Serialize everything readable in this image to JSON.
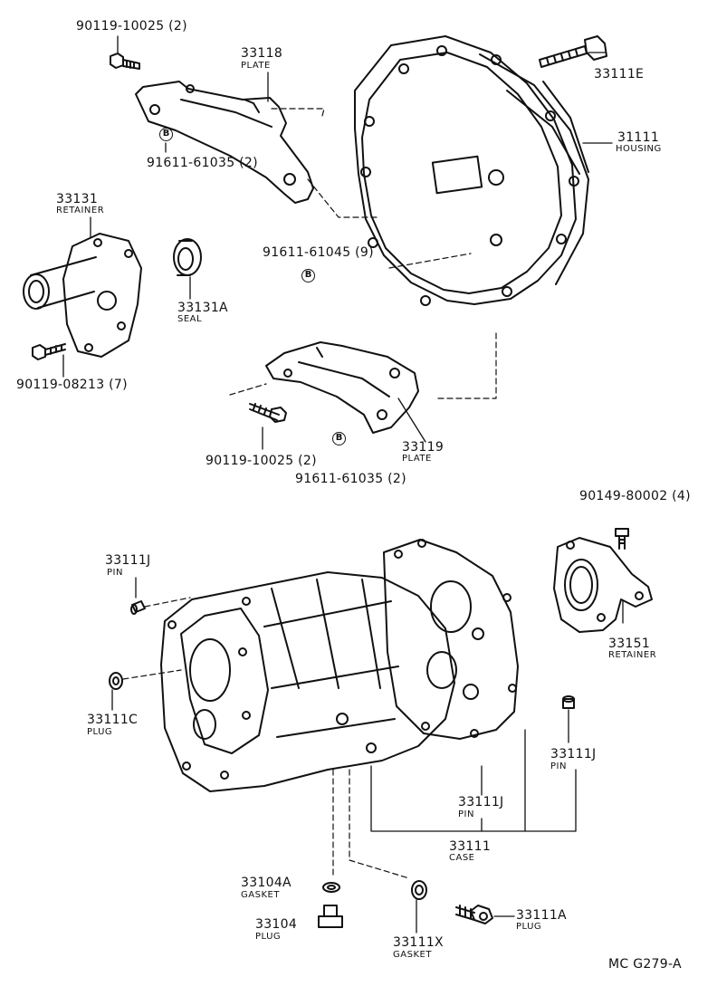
{
  "diagram": {
    "code": "MC G279-A",
    "badge_text": "B",
    "parts": {
      "bolt_9011910025_top": {
        "pn": "90119-10025 (2)"
      },
      "plate_33118": {
        "pn": "33118",
        "name": "PLATE"
      },
      "bolt_91611_61035_top": {
        "pn": "91611-61035 (2)"
      },
      "bolt_33111E": {
        "pn": "33111E"
      },
      "housing_31111": {
        "pn": "31111",
        "name": "HOUSING"
      },
      "retainer_33131": {
        "pn": "33131",
        "name": "RETAINER"
      },
      "seal_33131A": {
        "pn": "33131A",
        "name": "SEAL"
      },
      "bolt_91611_61045": {
        "pn": "91611-61045 (9)"
      },
      "bolt_90119_08213": {
        "pn": "90119-08213 (7)"
      },
      "plate_33119": {
        "pn": "33119",
        "name": "PLATE"
      },
      "bolt_9011910025_mid": {
        "pn": "90119-10025 (2)"
      },
      "bolt_91611_61035_mid": {
        "pn": "91611-61035 (2)"
      },
      "bolt_90149_80002": {
        "pn": "90149-80002 (4)"
      },
      "pin_33111J_left": {
        "pn": "33111J",
        "name": "PIN"
      },
      "plug_33111C": {
        "pn": "33111C",
        "name": "PLUG"
      },
      "retainer_33151": {
        "pn": "33151",
        "name": "RETAINER"
      },
      "pin_33111J_right": {
        "pn": "33111J",
        "name": "PIN"
      },
      "pin_33111J_center": {
        "pn": "33111J",
        "name": "PIN"
      },
      "case_33111": {
        "pn": "33111",
        "name": "CASE"
      },
      "gasket_33104A": {
        "pn": "33104A",
        "name": "GASKET"
      },
      "plug_33104": {
        "pn": "33104",
        "name": "PLUG"
      },
      "gasket_33111X": {
        "pn": "33111X",
        "name": "GASKET"
      },
      "plug_33111A": {
        "pn": "33111A",
        "name": "PLUG"
      }
    }
  }
}
